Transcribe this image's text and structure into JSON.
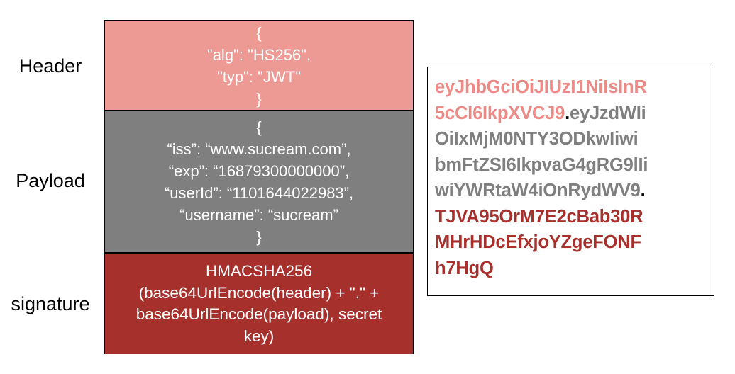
{
  "labels": {
    "header": "Header",
    "payload": "Payload",
    "signature": "signature"
  },
  "header_section": {
    "lines": [
      "{",
      "\"alg\": \"HS256\",",
      "\"typ\": \"JWT\"",
      "}"
    ]
  },
  "payload_section": {
    "lines": [
      "{",
      "“iss”: “www.sucream.com”,",
      "“exp”: “16879300000000”,",
      "“userId”: “1101644022983”,",
      "“username”: “sucream”",
      "}"
    ]
  },
  "signature_section": {
    "lines": [
      "HMACSHA256",
      "(base64UrlEncode(header) + \".\" +",
      "base64UrlEncode(payload), secret",
      "key)"
    ]
  },
  "token": {
    "line1": "eyJhbGciOiJIUzI1NiIsInR",
    "line2_header": "5cCI6IkpXVCJ9",
    "dot1": ".",
    "line2_payload": "eyJzdWIi",
    "line3": "OiIxMjM0NTY3ODkwIiwi",
    "line4": "bmFtZSI6IkpvaG4gRG9lIi",
    "line5_payload": "wiYWRtaW4iOnRydWV9",
    "dot2": ".",
    "line6": "TJVA95OrM7E2cBab30R",
    "line7": "MHrHDcEfxjoYZgeFONF",
    "line8": "h7HgQ"
  },
  "colors": {
    "header": "#ed9a95",
    "payload": "#7f7f7f",
    "signature": "#a5302c"
  }
}
